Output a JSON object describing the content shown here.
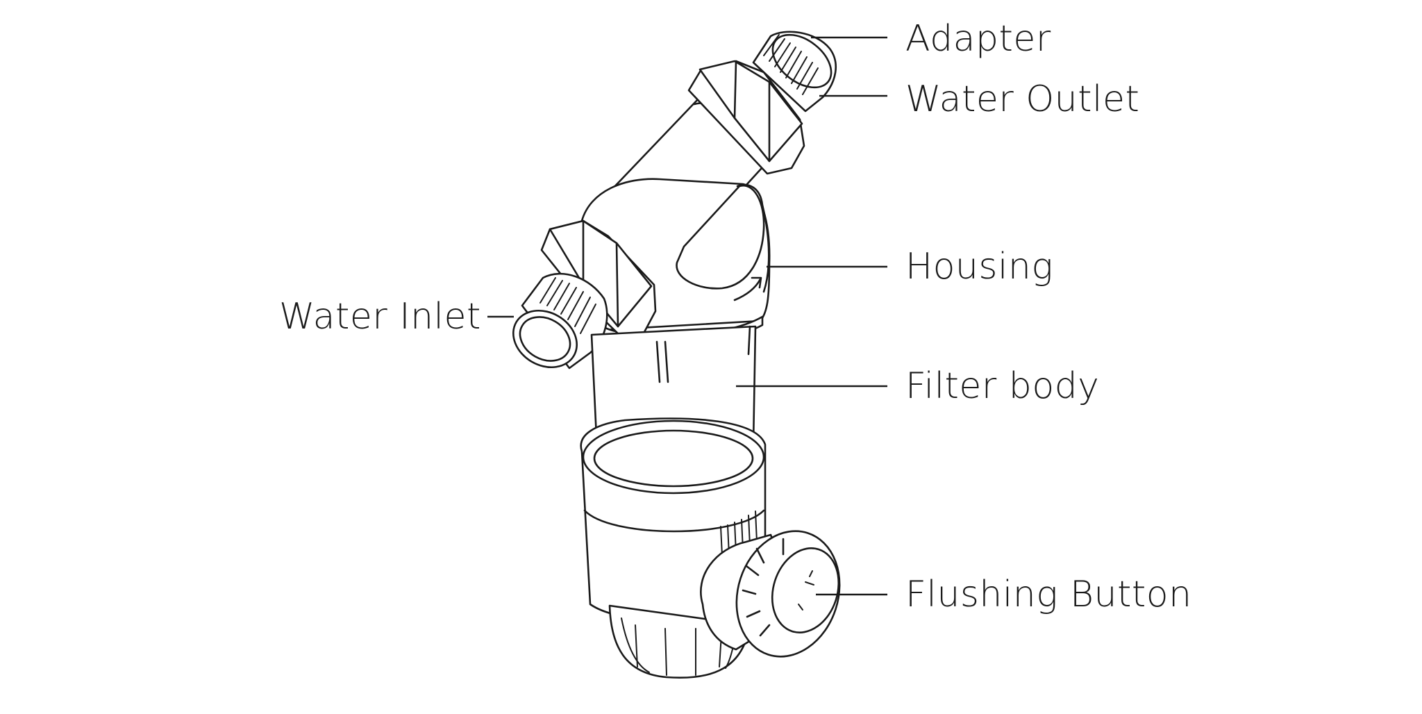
{
  "labels": {
    "adapter": "Adapter",
    "water_outlet": "Water Outlet",
    "housing": "Housing",
    "filter_body": "Filter body",
    "flushing_button": "Flushing Button",
    "water_inlet": "Water Inlet"
  },
  "colors": {
    "ink": "#1a1a1a",
    "background": "#ffffff"
  }
}
